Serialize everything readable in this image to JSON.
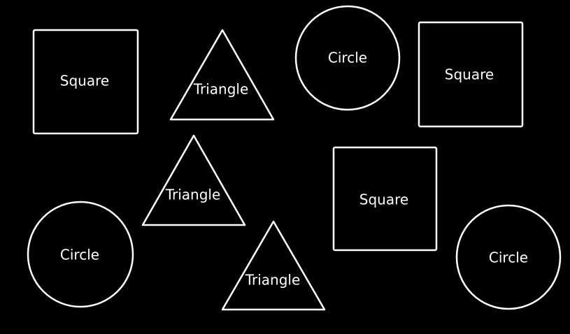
{
  "colors": {
    "background": "#000000",
    "stroke": "#ffffff",
    "text": "#ffffff"
  },
  "shapes": [
    {
      "kind": "square",
      "label": "Square"
    },
    {
      "kind": "triangle",
      "label": "Triangle"
    },
    {
      "kind": "circle",
      "label": "Circle"
    },
    {
      "kind": "square",
      "label": "Square"
    },
    {
      "kind": "triangle",
      "label": "Triangle"
    },
    {
      "kind": "square",
      "label": "Square"
    },
    {
      "kind": "circle",
      "label": "Circle"
    },
    {
      "kind": "triangle",
      "label": "Triangle"
    },
    {
      "kind": "circle",
      "label": "Circle"
    }
  ]
}
